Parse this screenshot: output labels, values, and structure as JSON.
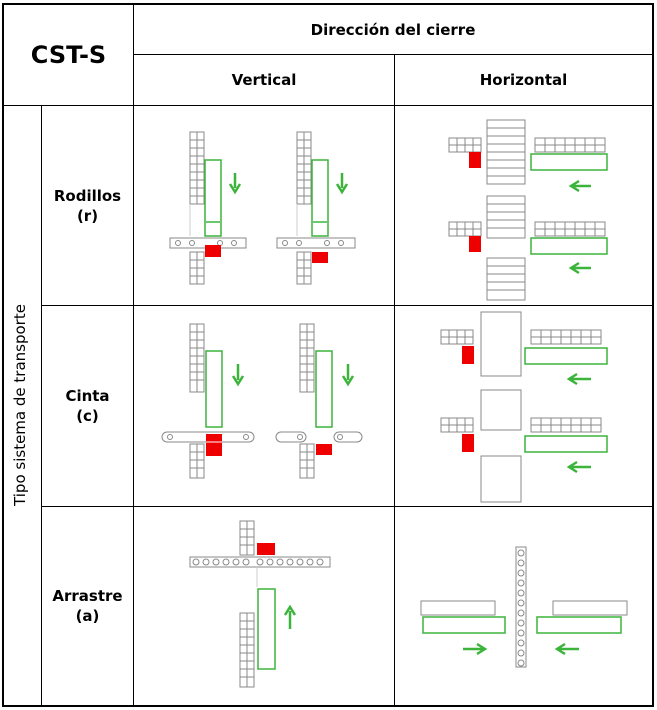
{
  "table": {
    "title": "CST-S",
    "direction_header": "Dirección del cierre",
    "col_vertical": "Vertical",
    "col_horizontal": "Horizontal",
    "side_label": "Tipo sistema de transporte",
    "rows": [
      {
        "name": "Rodillos",
        "code": "(r)"
      },
      {
        "name": "Cinta",
        "code": "(c)"
      },
      {
        "name": "Arrastre",
        "code": "(a)"
      }
    ]
  },
  "colors": {
    "green": "#3cb43c",
    "red": "#ee0000",
    "gray": "#888888",
    "border": "#000000"
  }
}
